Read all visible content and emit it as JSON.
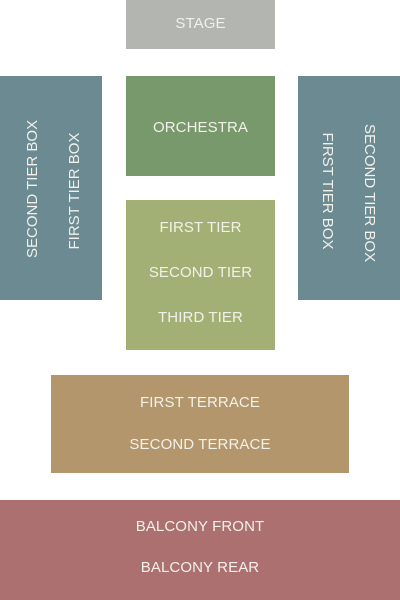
{
  "colors": {
    "stage": "#b3b5b1",
    "orchestra": "#78996b",
    "tiers": "#a3b075",
    "boxes": "#6b8a91",
    "terrace": "#b3966c",
    "balcony": "#ac7071",
    "label_text": "#f1f1ea",
    "background": "#ffffff"
  },
  "stage": {
    "label": "STAGE"
  },
  "orchestra": {
    "label": "ORCHESTRA"
  },
  "tiers": {
    "first": "FIRST TIER",
    "second": "SECOND TIER",
    "third": "THIRD TIER"
  },
  "terrace": {
    "first": "FIRST TERRACE",
    "second": "SECOND TERRACE"
  },
  "balcony": {
    "front": "BALCONY FRONT",
    "rear": "BALCONY REAR"
  },
  "box_left": {
    "second": "SECOND TIER BOX",
    "first": "FIRST TIER BOX"
  },
  "box_right": {
    "first": "FIRST TIER BOX",
    "second": "SECOND TIER BOX"
  }
}
